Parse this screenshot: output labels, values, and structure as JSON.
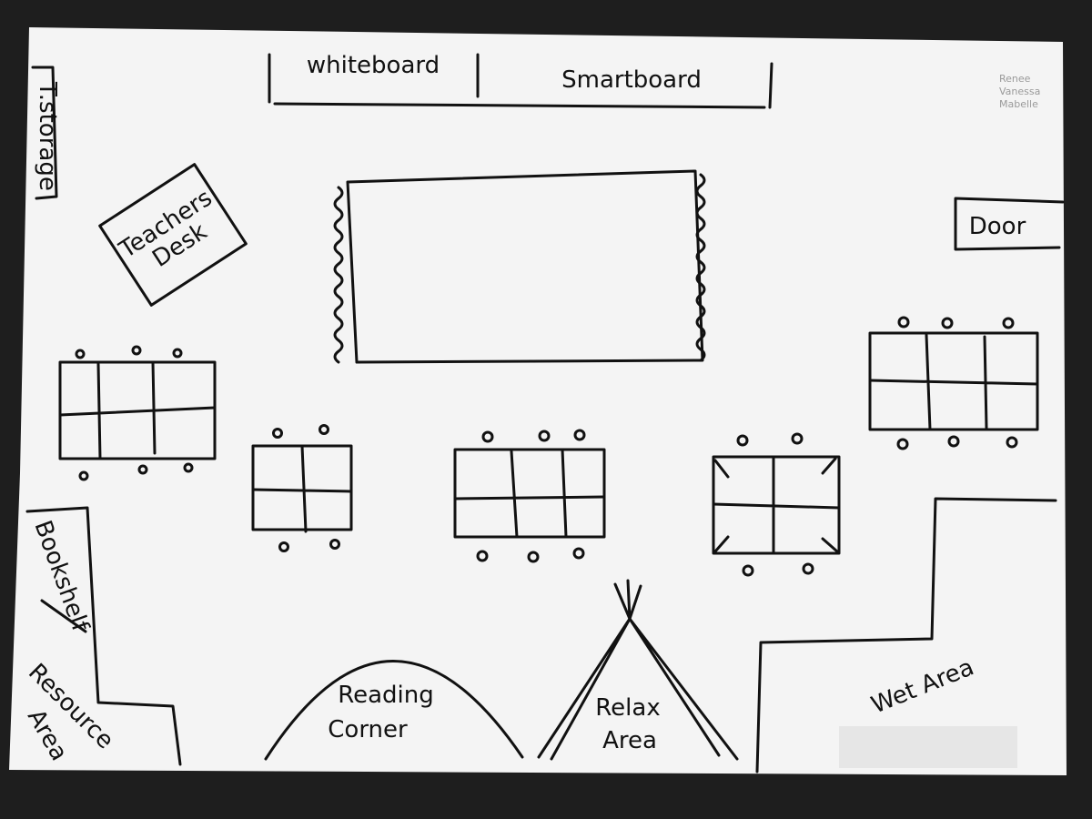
{
  "labels": {
    "whiteboard": "whiteboard",
    "smartboard": "Smartboard",
    "teacher_storage": "T.storage",
    "teachers_desk_line1": "Teachers",
    "teachers_desk_line2": "Desk",
    "door": "Door",
    "bookshelf": "Bookshelf",
    "resource_area_line1": "Resource",
    "resource_area_line2": "Area",
    "reading_corner_line1": "Reading",
    "reading_corner_line2": "Corner",
    "relax_area_line1": "Relax",
    "relax_area_line2": "Area",
    "wet_area": "Wet Area"
  },
  "signature": [
    "Renee",
    "Vanessa",
    "Mabelle"
  ],
  "colors": {
    "paper": "#f4f4f4",
    "ink": "#111111",
    "background": "#1e1e1e"
  }
}
